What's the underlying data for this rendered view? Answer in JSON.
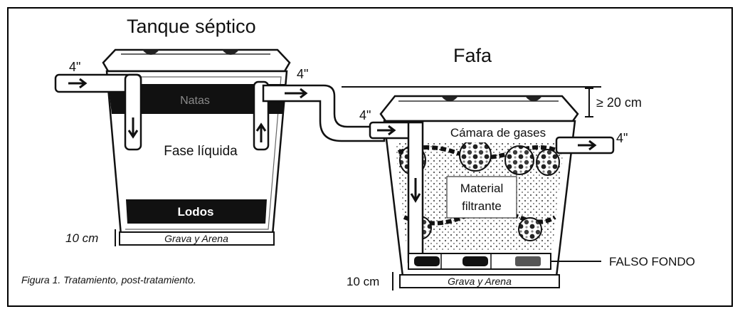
{
  "figure": {
    "caption": "Figura 1. Tratamiento, post-tratamiento."
  },
  "septic_tank": {
    "title": "Tanque séptico",
    "inlet_pipe_label": "4\"",
    "outlet_pipe_label": "4\"",
    "scum_layer_label": "Natas",
    "liquid_phase_label": "Fase líquida",
    "sludge_label": "Lodos",
    "base_layer_label": "Grava y Arena",
    "base_depth_label": "10 cm"
  },
  "fafa": {
    "title": "Fafa",
    "inlet_pipe_label": "4\"",
    "outlet_pipe_label": "4\"",
    "gas_chamber_label": "Cámara de gases",
    "gas_chamber_height_label": "≥ 20 cm",
    "filter_material_label_line1": "Material",
    "filter_material_label_line2": "filtrante",
    "false_bottom_label": "FALSO FONDO",
    "base_layer_label": "Grava y Arena",
    "base_depth_label": "10 cm"
  }
}
